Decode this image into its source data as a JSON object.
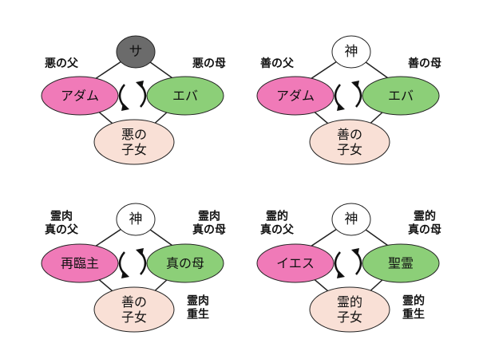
{
  "colors": {
    "pink": "#f07ab8",
    "green": "#8ccf78",
    "peach": "#f9e0d6",
    "white": "#ffffff",
    "gray": "#6b6b6b",
    "stroke": "#222222"
  },
  "panels": [
    {
      "top": {
        "text": "サ",
        "fill": "gray",
        "text_color": "#ffffff"
      },
      "left": {
        "lines": [
          "アダム"
        ]
      },
      "right": {
        "lines": [
          "エバ"
        ]
      },
      "bottom": {
        "lines": [
          "悪の",
          "子女"
        ]
      },
      "left_label": [
        "悪の父"
      ],
      "right_label": [
        "悪の母"
      ],
      "side_label": []
    },
    {
      "top": {
        "text": "神",
        "fill": "white",
        "text_color": "#111111"
      },
      "left": {
        "lines": [
          "アダム"
        ]
      },
      "right": {
        "lines": [
          "エバ"
        ]
      },
      "bottom": {
        "lines": [
          "善の",
          "子女"
        ]
      },
      "left_label": [
        "善の父"
      ],
      "right_label": [
        "善の母"
      ],
      "side_label": []
    },
    {
      "top": {
        "text": "神",
        "fill": "white",
        "text_color": "#111111"
      },
      "left": {
        "lines": [
          "再臨主"
        ]
      },
      "right": {
        "lines": [
          "真の母"
        ]
      },
      "bottom": {
        "lines": [
          "善の",
          "子女"
        ]
      },
      "left_label": [
        "霊肉",
        "真の父"
      ],
      "right_label": [
        "霊肉",
        "真の母"
      ],
      "side_label": [
        "霊肉",
        "重生"
      ]
    },
    {
      "top": {
        "text": "神",
        "fill": "white",
        "text_color": "#111111"
      },
      "left": {
        "lines": [
          "イエス"
        ]
      },
      "right": {
        "lines": [
          "聖霊"
        ]
      },
      "bottom": {
        "lines": [
          "霊的",
          "子女"
        ]
      },
      "left_label": [
        "霊的",
        "真の父"
      ],
      "right_label": [
        "霊的",
        "真の母"
      ],
      "side_label": [
        "霊的",
        "重生"
      ]
    }
  ]
}
